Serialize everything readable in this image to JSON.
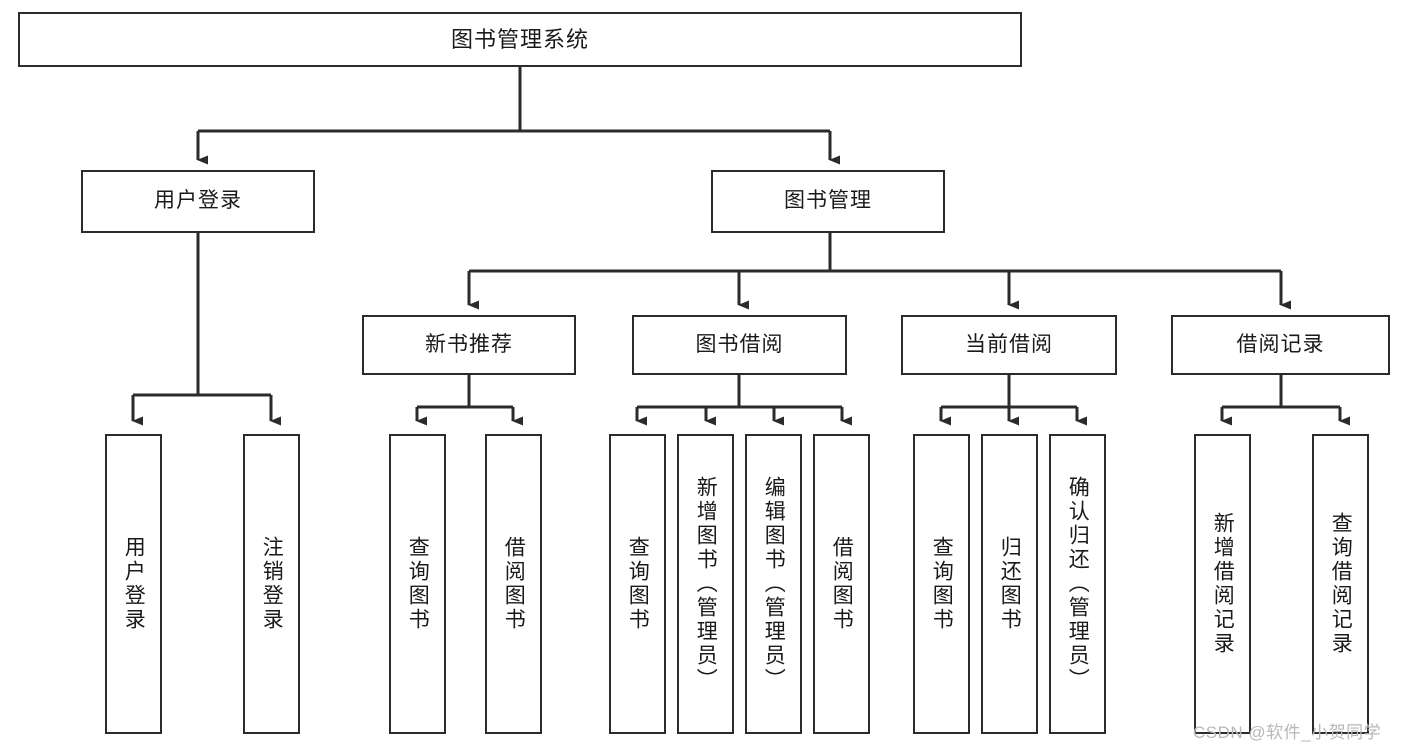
{
  "diagram": {
    "type": "tree",
    "title": "图书管理系统",
    "watermark": "CSDN @软件_小贺同学",
    "colors": {
      "stroke": "#2b2b2b",
      "fill": "#ffffff",
      "text": "#1a1a1a",
      "watermark": "#b8b8b8"
    },
    "root": {
      "label": "图书管理系统"
    },
    "level2": [
      {
        "label": "用户登录"
      },
      {
        "label": "图书管理"
      }
    ],
    "level3": [
      {
        "label": "新书推荐"
      },
      {
        "label": "图书借阅"
      },
      {
        "label": "当前借阅"
      },
      {
        "label": "借阅记录"
      }
    ],
    "leaves": {
      "user_login": [
        {
          "label": "用户登录"
        },
        {
          "label": "注销登录"
        }
      ],
      "new_book_rec": [
        {
          "label": "查询图书"
        },
        {
          "label": "借阅图书"
        }
      ],
      "book_borrow": [
        {
          "label": "查询图书"
        },
        {
          "label": "新增图书（管理员）"
        },
        {
          "label": "编辑图书（管理员）"
        },
        {
          "label": "借阅图书"
        }
      ],
      "current_borrow": [
        {
          "label": "查询图书"
        },
        {
          "label": "归还图书"
        },
        {
          "label": "确认归还（管理员）"
        }
      ],
      "borrow_record": [
        {
          "label": "新增借阅记录"
        },
        {
          "label": "查询借阅记录"
        }
      ]
    }
  }
}
